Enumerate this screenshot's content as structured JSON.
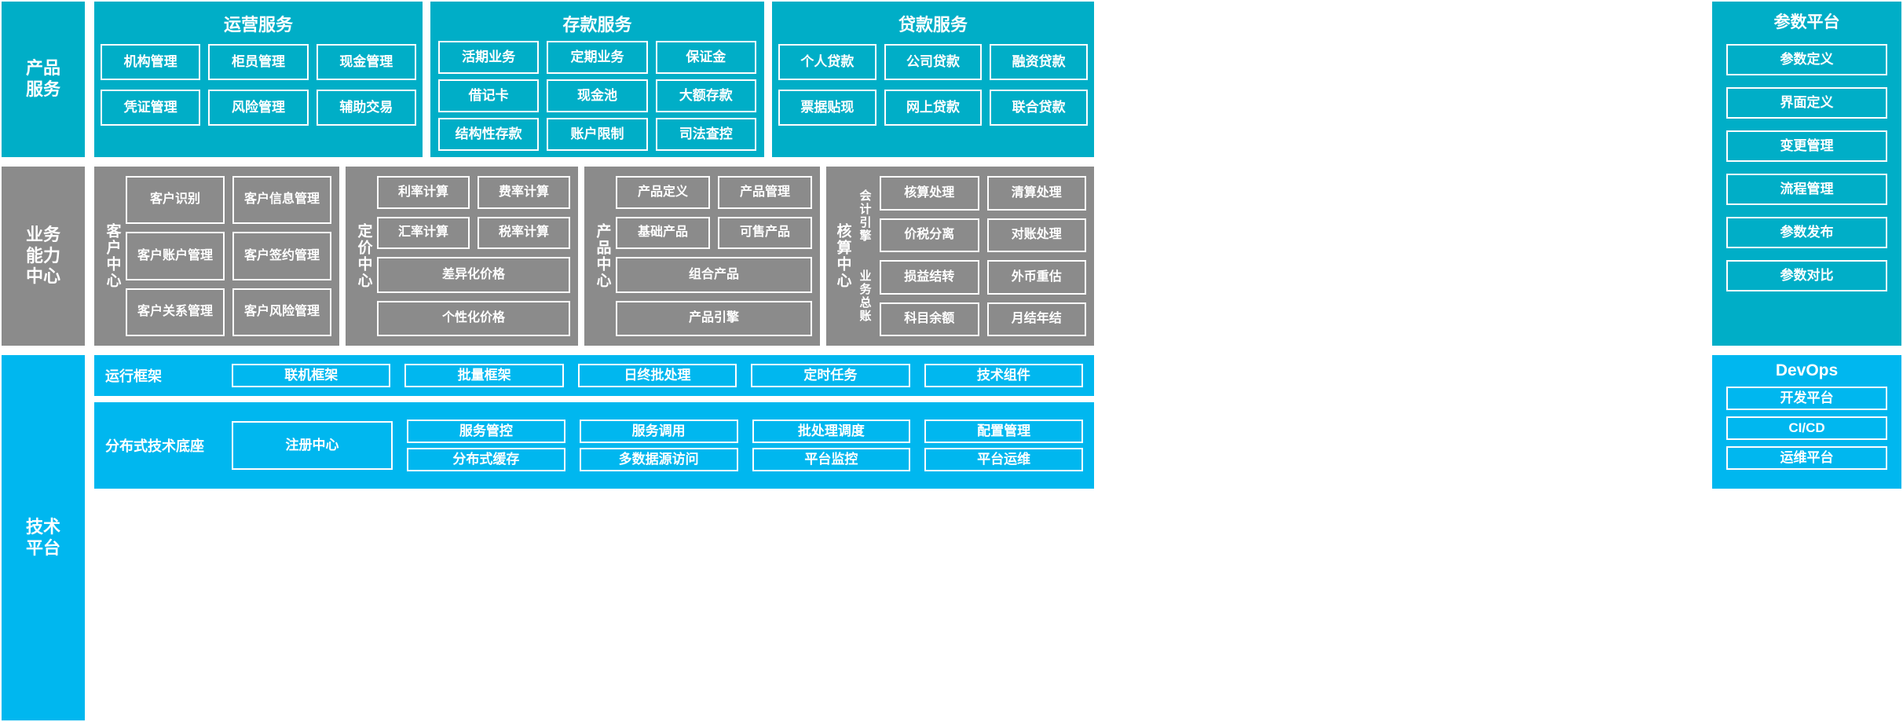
{
  "colors": {
    "cyan": "#00AEC7",
    "cyan_bright": "#00B7EF",
    "gray": "#8B8B8B",
    "tile_border": "#FFFFFF",
    "text": "#FFFFFF",
    "background": "#FFFFFF"
  },
  "rails": {
    "product_services": "产品\n服务",
    "business_capability": "业务\n能力\n中心",
    "technology_platform": "技术\n平台"
  },
  "rails_lines": {
    "product_services": [
      "产品",
      "服务"
    ],
    "business_capability": [
      "业务",
      "能力",
      "中心"
    ],
    "technology_platform": [
      "技术",
      "平台"
    ]
  },
  "product_services": {
    "groups": [
      {
        "title": "运营服务",
        "name": "operation-services",
        "rows": [
          [
            "机构管理",
            "柜员管理",
            "现金管理"
          ],
          [
            "凭证管理",
            "风险管理",
            "辅助交易"
          ]
        ]
      },
      {
        "title": "存款服务",
        "name": "deposit-services",
        "rows": [
          [
            "活期业务",
            "定期业务",
            "保证金"
          ],
          [
            "借记卡",
            "现金池",
            "大额存款"
          ],
          [
            "结构性存款",
            "账户限制",
            "司法查控"
          ]
        ]
      },
      {
        "title": "贷款服务",
        "name": "loan-services",
        "rows": [
          [
            "个人贷款",
            "公司贷款",
            "融资贷款"
          ],
          [
            "票据贴现",
            "网上贷款",
            "联合贷款"
          ]
        ]
      }
    ]
  },
  "parameter_platform": {
    "title": "参数平台",
    "items": [
      "参数定义",
      "界面定义",
      "变更管理",
      "流程管理",
      "参数发布",
      "参数对比"
    ]
  },
  "business_capability": {
    "centers": [
      {
        "name": "customer-center",
        "label": "客户中心",
        "label_chars": [
          "客",
          "户",
          "中",
          "心"
        ],
        "rows": [
          [
            "客户识别",
            "客户信息管理"
          ],
          [
            "客户账户管理",
            "客户签约管理"
          ],
          [
            "客户关系管理",
            "客户风险管理"
          ]
        ]
      },
      {
        "name": "pricing-center",
        "label": "定价中心",
        "label_chars": [
          "定",
          "价",
          "中",
          "心"
        ],
        "rows": [
          [
            "利率计算",
            "费率计算"
          ],
          [
            "汇率计算",
            "税率计算"
          ]
        ],
        "wide_rows": [
          "差异化价格",
          "个性化价格"
        ]
      },
      {
        "name": "product-center",
        "label": "产品中心",
        "label_chars": [
          "产",
          "品",
          "中",
          "心"
        ],
        "rows": [
          [
            "产品定义",
            "产品管理"
          ],
          [
            "基础产品",
            "可售产品"
          ]
        ],
        "wide_rows": [
          "组合产品",
          "产品引擎"
        ]
      },
      {
        "name": "accounting-center",
        "label": "核算中心",
        "label_chars": [
          "核",
          "算",
          "中",
          "心"
        ],
        "sub_labels": [
          {
            "label": "会计引擎",
            "chars": [
              "会",
              "计",
              "引",
              "擎"
            ]
          },
          {
            "label": "业务总账",
            "chars": [
              "业",
              "务",
              "总",
              "账"
            ]
          }
        ],
        "engine_rows": [
          [
            "核算处理",
            "清算处理"
          ],
          [
            "价税分离",
            "对账处理"
          ]
        ],
        "ledger_rows": [
          [
            "损益结转",
            "外币重估"
          ],
          [
            "科目余额",
            "月结年结"
          ]
        ]
      }
    ]
  },
  "technology_platform": {
    "runtime_framework": {
      "label": "运行框架",
      "items": [
        "联机框架",
        "批量框架",
        "日终批处理",
        "定时任务",
        "技术组件"
      ]
    },
    "distributed_base": {
      "label": "分布式技术底座",
      "registry": "注册中心",
      "columns": [
        [
          "服务管控",
          "分布式缓存"
        ],
        [
          "服务调用",
          "多数据源访问"
        ],
        [
          "批处理调度",
          "平台监控"
        ],
        [
          "配置管理",
          "平台运维"
        ]
      ]
    }
  },
  "devops": {
    "title": "DevOps",
    "items": [
      "开发平台",
      "CI/CD",
      "运维平台"
    ]
  }
}
